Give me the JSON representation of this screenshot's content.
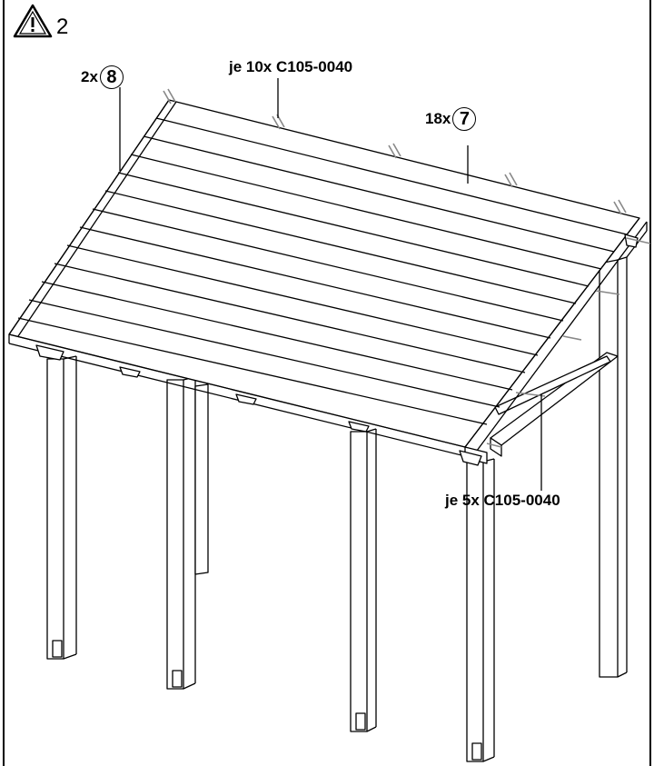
{
  "step": {
    "icon": "warning-triangle-icon",
    "number": "2"
  },
  "labels": {
    "top_screws": "je 10x C105-0040",
    "side_screws": "je 5x C105-0040",
    "part8_qty": "2x",
    "part8_num": "8",
    "part7_qty": "18x",
    "part7_num": "7"
  },
  "colors": {
    "line": "#000000",
    "screw": "#888888",
    "background": "#ffffff"
  }
}
